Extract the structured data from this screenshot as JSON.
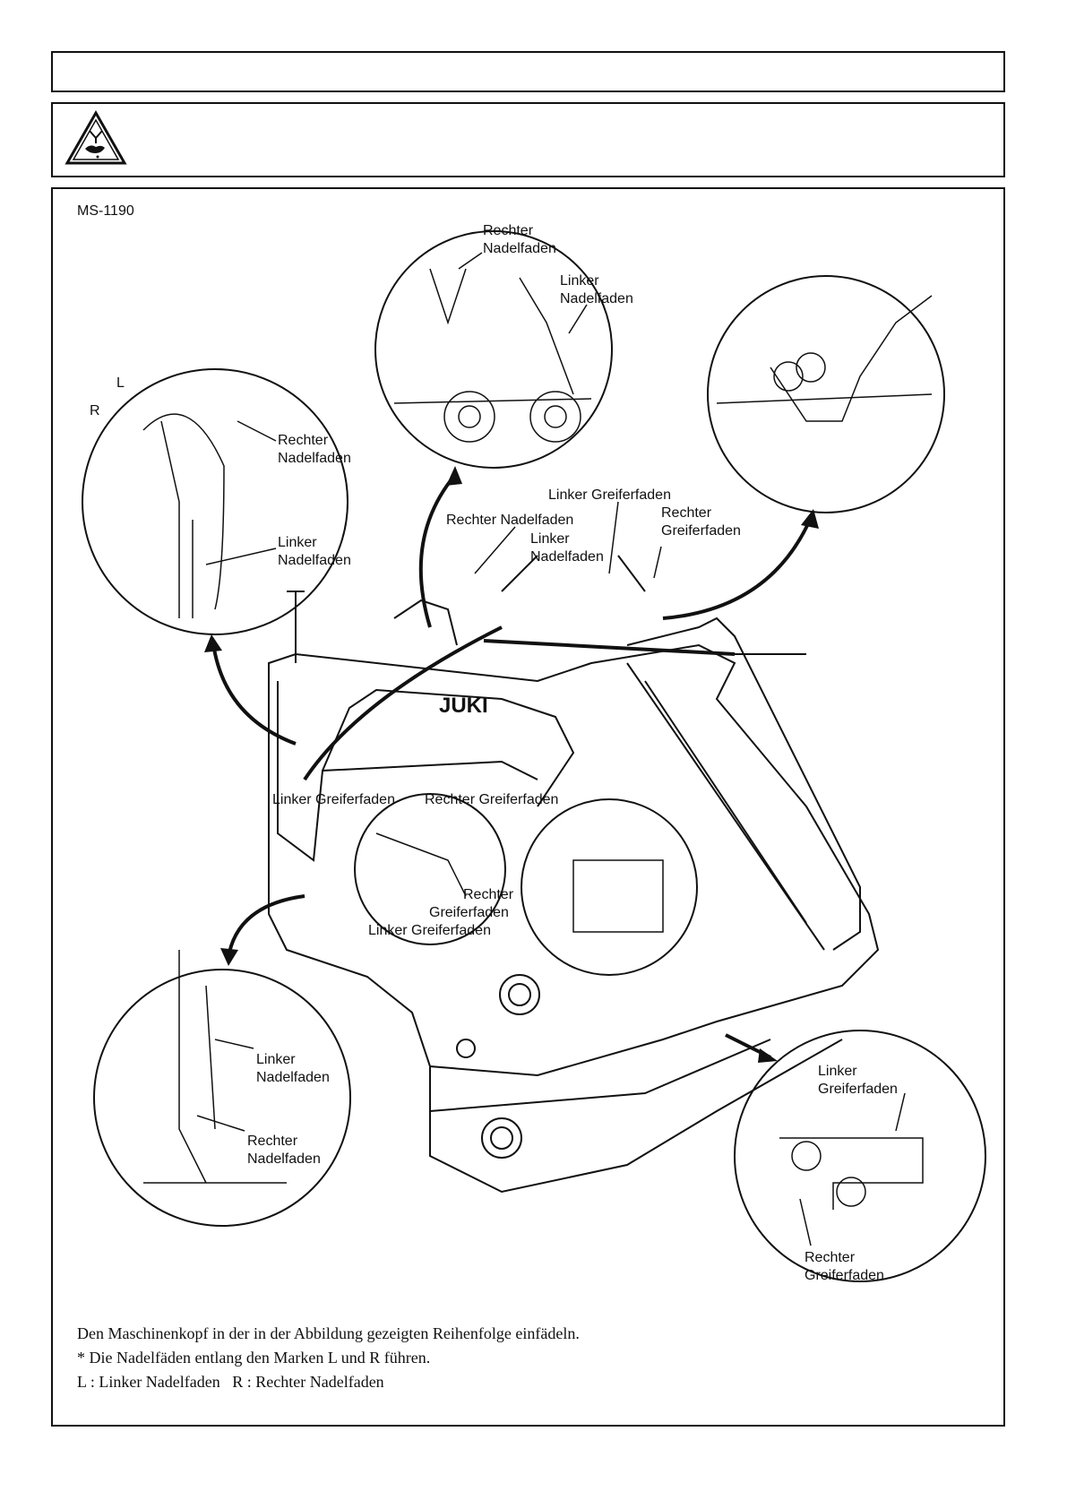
{
  "model": "MS-1190",
  "brand": "JUKI",
  "warning_icon": "hand-crush-warning-icon",
  "marks": {
    "l": "L",
    "r": "R"
  },
  "labels": {
    "top_right_needle": [
      "Rechter",
      "Nadelfaden"
    ],
    "top_left_needle": [
      "Linker",
      "Nadelfaden"
    ],
    "left_right_needle": [
      "Rechter",
      "Nadelfaden"
    ],
    "left_left_needle": [
      "Linker",
      "Nadelfaden"
    ],
    "mid_left_looper": "Linker Greiferfaden",
    "mid_right_looper": [
      "Rechter",
      "Greiferfaden"
    ],
    "mid_right_needle": "Rechter Nadelfaden",
    "mid_left_needle": [
      "Linker",
      "Nadelfaden"
    ],
    "arm_left_looper": "Linker Greiferfaden",
    "arm_right_looper": "Rechter Greiferfaden",
    "inset_right_looper": [
      "Rechter",
      "Greiferfaden"
    ],
    "inset_left_looper": "Linker Greiferfaden",
    "bottom_left_needle": [
      "Linker",
      "Nadelfaden"
    ],
    "bottom_right_needle": [
      "Rechter",
      "Nadelfaden"
    ],
    "br_left_looper": [
      "Linker",
      "Greiferfaden"
    ],
    "br_right_looper": [
      "Rechter",
      "Greiferfaden"
    ]
  },
  "caption": [
    "Den Maschinenkopf in der in der Abbildung gezeigten Reihenfolge einfädeln.",
    "* Die Nadelfäden entlang den Marken L und R führen.",
    "L : Linker Nadelfaden   R : Rechter Nadelfaden"
  ]
}
